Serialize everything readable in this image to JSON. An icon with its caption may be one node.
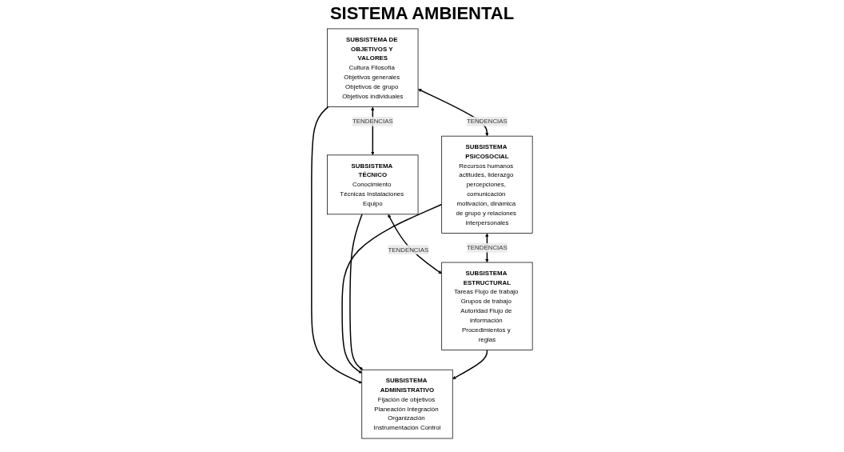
{
  "diagram": {
    "title": "SISTEMA AMBIENTAL",
    "nodes": [
      {
        "text": [
          "SUBSISTEMA DE OBJETIVOS Y VALORES",
          "Cultura Filosofía Objetivos generales Objetivos de grupo Objetivos individuales"
        ]
      },
      {
        "text": [
          "SUBSISTEMA TÉCNICO",
          "Conocimiento Técnicas Instalaciones Equipo"
        ]
      },
      {
        "text": [
          "SUBSISTEMA ADMINISTRATIVO",
          "Fijación de objetivos Planeación Integración Organización Instrumentación Control"
        ]
      },
      {
        "text": [
          "SUBSISTEMA PSICOSOCIAL",
          "Recursos humanos actitudes, liderazgo percepciones, comunicación motivación, dinámica de grupo y relaciones interpersonales"
        ]
      },
      {
        "text": [
          "SUBSISTEMA ESTRUCTURAL",
          "Tareas Flujo de trabajo Grupos de trabajo Autoridad Flujo de información Procedimientos y reglas"
        ]
      }
    ],
    "edges": [
      {
        "from": 0,
        "to": 1,
        "arrow": "both",
        "label": "TENDENCIAS"
      },
      {
        "from": 0,
        "to": 2,
        "arrow": "to"
      },
      {
        "from": 0,
        "to": 3,
        "arrow": "both",
        "label": "TENDENCIAS"
      },
      {
        "from": 3,
        "to": 2,
        "arrow": "to"
      },
      {
        "from": 1,
        "to": 4,
        "arrow": "both",
        "label": "TENDENCIAS"
      },
      {
        "from": 1,
        "to": 2,
        "arrow": "to"
      },
      {
        "from": 3,
        "to": 4,
        "arrow": "both",
        "label": "TENDENCIAS"
      },
      {
        "from": 4,
        "to": 2,
        "arrow": "to"
      }
    ]
  }
}
